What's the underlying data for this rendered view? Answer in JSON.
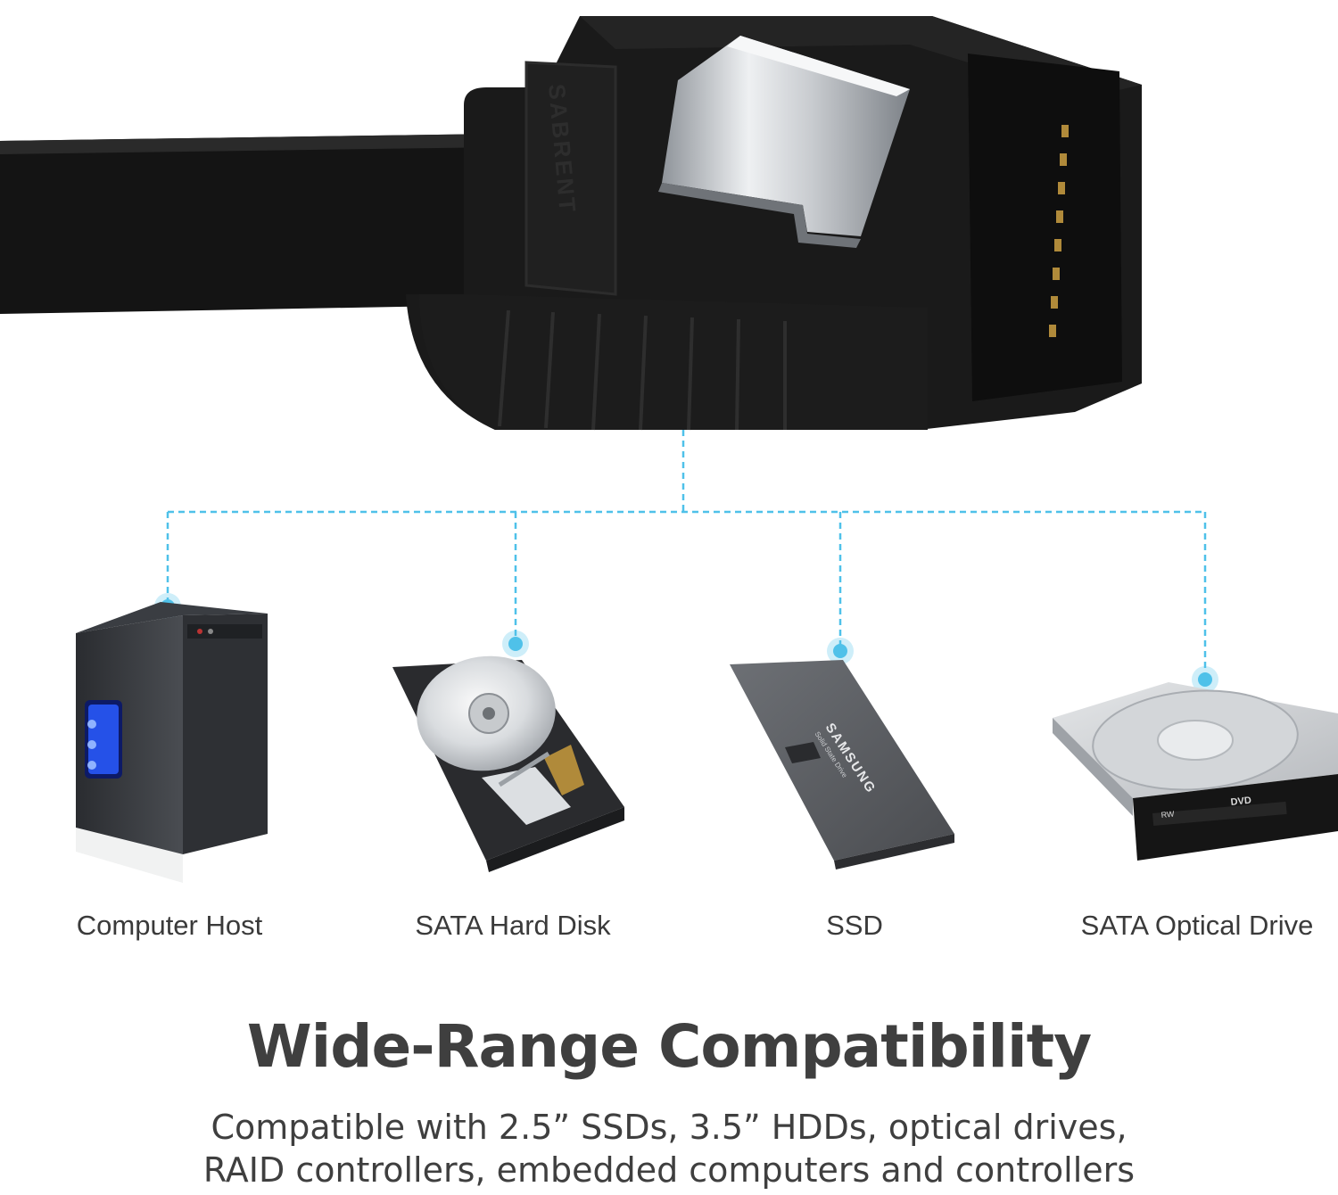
{
  "colors": {
    "connector": "#161616",
    "accent": "#4fc1e9",
    "text": "#3f3f3f"
  },
  "connector": {
    "brand_mark": "SABRENT"
  },
  "devices": [
    {
      "icon": "computer-host-icon",
      "label": "Computer Host"
    },
    {
      "icon": "hard-disk-icon",
      "label": "SATA Hard Disk"
    },
    {
      "icon": "ssd-icon",
      "label": "SSD",
      "brand_mark": "SAMSUNG",
      "model_text": "Solid State Drive"
    },
    {
      "icon": "optical-drive-icon",
      "label": "SATA Optical Drive",
      "badge_dvd": "DVD",
      "badge_rw": "RW"
    }
  ],
  "headline": "Wide-Range Compatibility",
  "subtitle_lines": [
    "Compatible with 2.5” SSDs, 3.5” HDDs, optical drives,",
    "RAID controllers, embedded computers and controllers"
  ]
}
